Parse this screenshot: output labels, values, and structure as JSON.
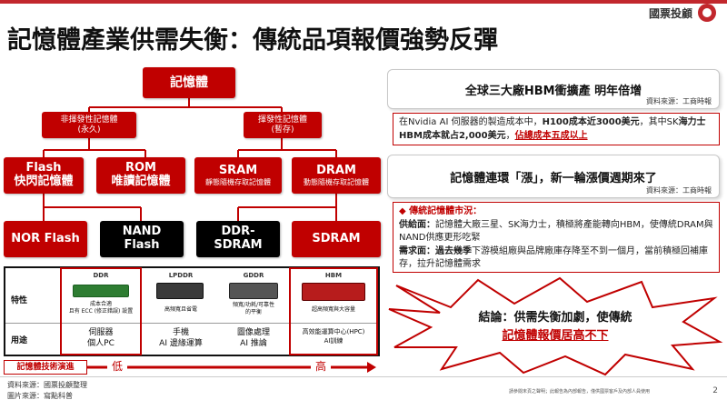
{
  "header": {
    "title": "記憶體產業供需失衡：傳統品項報價強勢反彈",
    "brand": "國票投顧"
  },
  "tree": {
    "root": "記憶體",
    "nonvolatile": {
      "label": "非揮發性記憶體",
      "sub": "(永久)"
    },
    "volatile": {
      "label": "揮發性記憶體",
      "sub": "(暫存)"
    },
    "flash": {
      "l1": "Flash",
      "l2": "快閃記憶體"
    },
    "rom": {
      "l1": "ROM",
      "l2": "唯讀記憶體"
    },
    "sram": {
      "l1": "SRAM",
      "l2": "靜態隨機存取記憶體"
    },
    "dram": {
      "l1": "DRAM",
      "l2": "動態隨機存取記憶體"
    },
    "nor": "NOR Flash",
    "nand": {
      "l1": "NAND",
      "l2": "Flash"
    },
    "ddr_sdram": {
      "l1": "DDR-",
      "l2": "SDRAM"
    },
    "sdram": "SDRAM"
  },
  "table": {
    "row_labels": {
      "feature": "特性",
      "usage": "用途"
    },
    "columns": [
      {
        "name": "DDR",
        "feature": "成本合適\n且有 ECC (修正錯誤) 設置",
        "usage": "伺服器\n個人PC"
      },
      {
        "name": "LPDDR",
        "feature": "高頻寬且省電",
        "usage": "手機\nAI 邊緣運算"
      },
      {
        "name": "GDDR",
        "feature": "頻寬/功耗/可靠性\n的平衡",
        "usage": "圖像處理\nAI 推論"
      },
      {
        "name": "HBM",
        "feature": "超高頻寬與大容量",
        "usage": "高效能運算中心(HPC)\nAI訓練"
      }
    ]
  },
  "evolution": {
    "label": "記憶體技術演進",
    "low": "低",
    "high": "高"
  },
  "box1": {
    "heading": "全球三大廠HBM衝擴產 明年倍增",
    "source": "資料來源：工商時報"
  },
  "info1": {
    "t1": "在Nvidia AI 伺服器的製造成本中，",
    "t2": "H100成本近3000美元",
    "t3": "，其中SK",
    "t4": "海力士HBM成本就占2,000美元",
    "t5": "，",
    "t6": "佔總成本五成以上"
  },
  "box2": {
    "heading": "記憶體連環「漲」，新一輪漲價週期來了",
    "source": "資料來源：工商時報"
  },
  "info2": {
    "title": "傳統記憶體市況：",
    "supply_label": "供給面：",
    "supply_text": "記憶體大廠三星、SK海力士，積極將產能轉向HBM，使傳統DRAM與NAND供應更形吃緊",
    "demand_label": "需求面：",
    "demand_bold": "過去幾季",
    "demand_text": "下游模組廠與品牌廠庫存降至不到一個月，當前積極回補庫存，拉升記憶體需求"
  },
  "conclusion": {
    "l1": "結論：供需失衡加劇，使傳統",
    "l2": "記憶體報價居高不下"
  },
  "footer": {
    "src1": "資料來源：國票投顧整理",
    "src2": "圖片來源：寫點科普",
    "disclaimer": "請參閱末頁之聲明；此報告為內部報告，僅供國票客戶及內部人員使用",
    "page": "2"
  },
  "colors": {
    "accent": "#c00000",
    "black": "#000000"
  }
}
